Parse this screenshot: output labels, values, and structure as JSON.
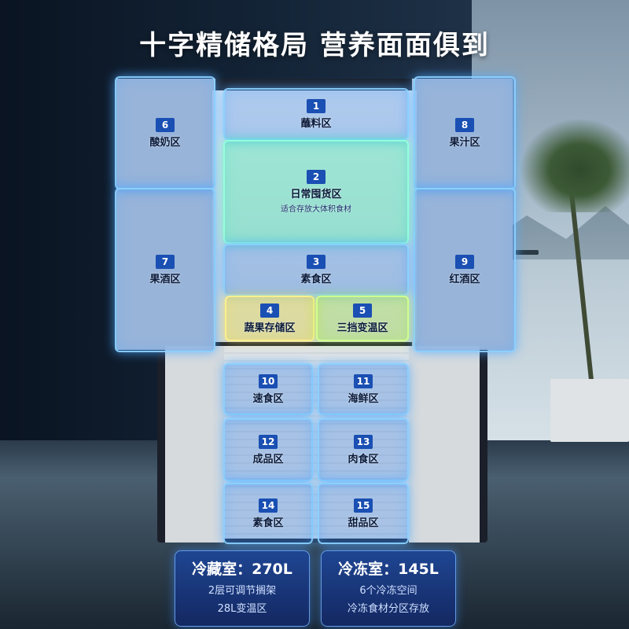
{
  "title": "十字精储格局 营养面面俱到",
  "zones": [
    {
      "num": "1",
      "label": "蘸料区"
    },
    {
      "num": "2",
      "label": "日常囤货区",
      "sub": "适合存放大体积食材"
    },
    {
      "num": "3",
      "label": "素食区"
    },
    {
      "num": "4",
      "label": "蔬果存储区"
    },
    {
      "num": "5",
      "label": "三挡变温区"
    },
    {
      "num": "6",
      "label": "酸奶区"
    },
    {
      "num": "7",
      "label": "果酒区"
    },
    {
      "num": "8",
      "label": "果汁区"
    },
    {
      "num": "9",
      "label": "红酒区"
    },
    {
      "num": "10",
      "label": "速食区"
    },
    {
      "num": "11",
      "label": "海鲜区"
    },
    {
      "num": "12",
      "label": "成品区"
    },
    {
      "num": "13",
      "label": "肉食区"
    },
    {
      "num": "14",
      "label": "素食区"
    },
    {
      "num": "15",
      "label": "甜品区"
    }
  ],
  "fridge_info": {
    "heading": "冷藏室：270L",
    "line1": "2层可调节搁架",
    "line2": "28L变温区"
  },
  "freezer_info": {
    "heading": "冷冻室：145L",
    "line1": "6个冷冻空间",
    "line2": "冷冻食材分区存放"
  }
}
